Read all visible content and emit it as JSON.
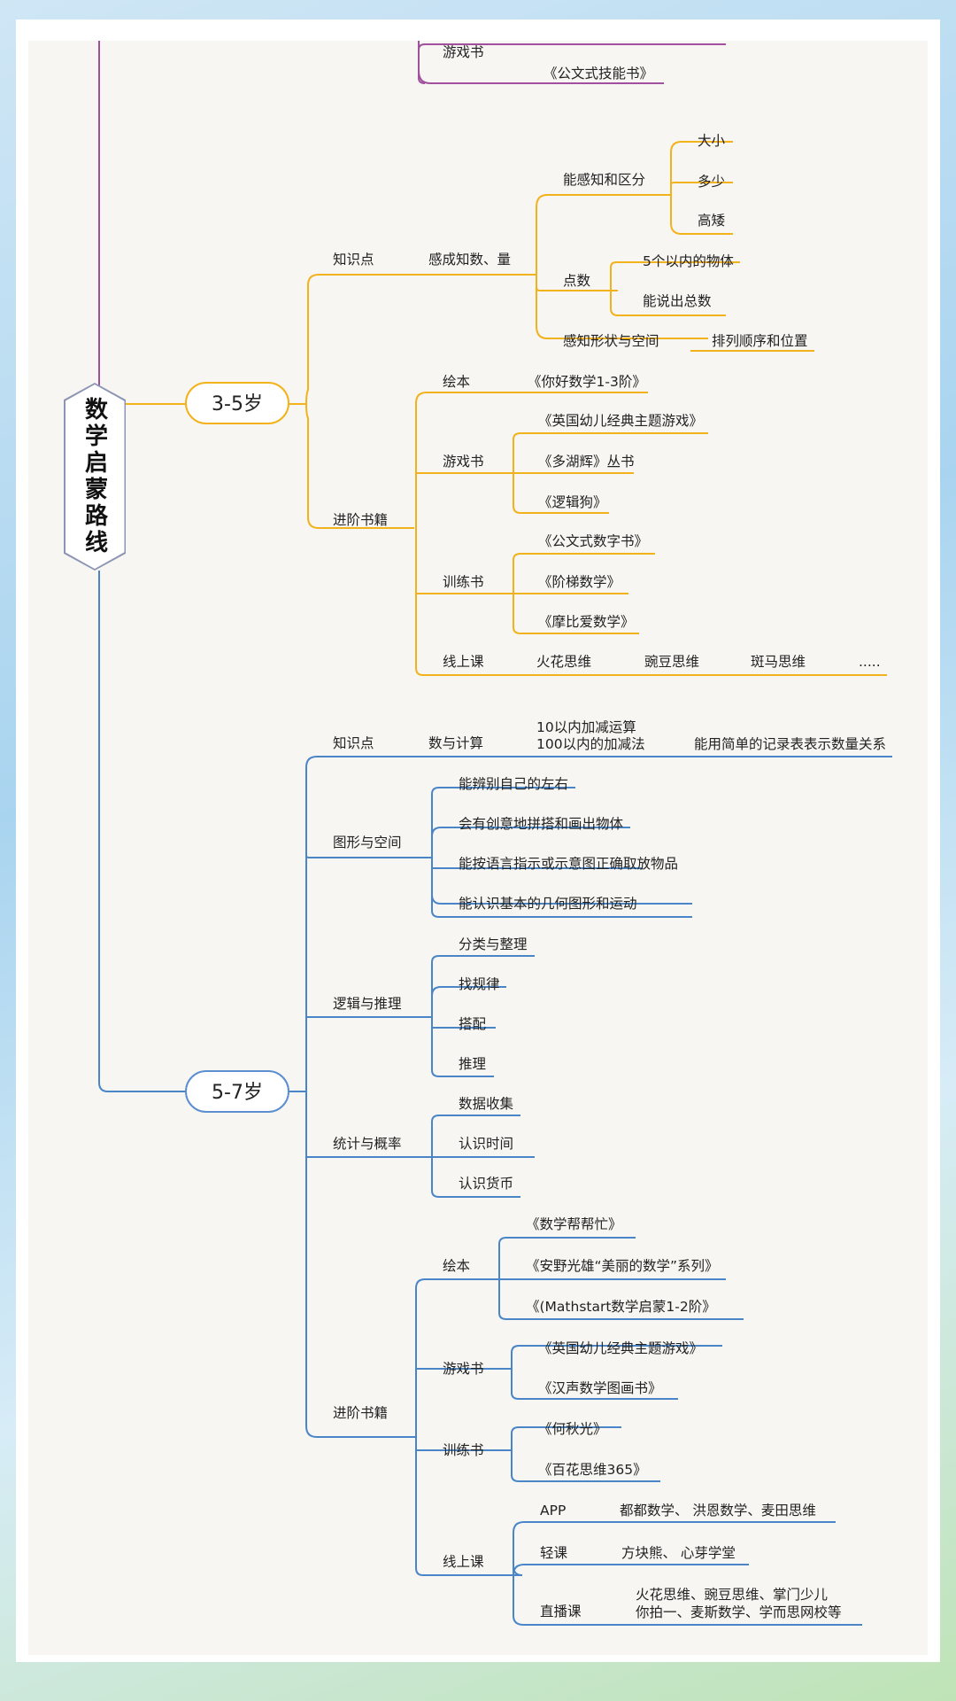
{
  "title": "数学启蒙路线",
  "colors": {
    "purple": "#a0509c",
    "orange": "#f2b21c",
    "blue": "#4a86c7",
    "stage_border_orange": "#f2b21c",
    "stage_border_blue": "#5b8fd0"
  },
  "top_section": {
    "category": "游戏书",
    "items": [
      "《公文式技能书》"
    ]
  },
  "stage_3_5": {
    "label": "3-5岁",
    "knowledge": {
      "label": "知识点",
      "topic": "感成知数、量",
      "perceive": {
        "label": "能感知和区分",
        "items": [
          "大小",
          "多少",
          "高矮"
        ]
      },
      "count": {
        "label": "点数",
        "items": [
          "5个以内的物体",
          "能说出总数"
        ]
      },
      "shape": {
        "label": "感知形状与空间",
        "detail": "排列顺序和位置"
      }
    },
    "books": {
      "label": "进阶书籍",
      "picture": {
        "label": "绘本",
        "items": [
          "《你好数学1-3阶》"
        ]
      },
      "game": {
        "label": "游戏书",
        "items": [
          "《英国幼儿经典主题游戏》",
          "《多湖辉》丛书",
          "《逻辑狗》"
        ]
      },
      "training": {
        "label": "训练书",
        "items": [
          "《公文式数字书》",
          "《阶梯数学》",
          "《摩比爱数学》"
        ]
      },
      "online": {
        "label": "线上课",
        "items": [
          "火花思维",
          "豌豆思维",
          "斑马思维",
          "....."
        ]
      }
    }
  },
  "stage_5_7": {
    "label": "5-7岁",
    "knowledge": {
      "label": "知识点",
      "topic": "数与计算",
      "lines": [
        "10以内加减运算",
        "100以内的加减法"
      ],
      "detail": "能用简单的记录表表示数量关系"
    },
    "geometry": {
      "label": "图形与空间",
      "items": [
        "能辨别自己的左右",
        "会有创意地拼搭和画出物体",
        "能按语言指示或示意图正确取放物品",
        "能认识基本的几何图形和运动"
      ]
    },
    "logic": {
      "label": "逻辑与推理",
      "items": [
        "分类与整理",
        "找规律",
        "搭配",
        "推理"
      ]
    },
    "stats": {
      "label": "统计与概率",
      "items": [
        "数据收集",
        "认识时间",
        "认识货币"
      ]
    },
    "books": {
      "label": "进阶书籍",
      "picture": {
        "label": "绘本",
        "items": [
          "《数学帮帮忙》",
          "《安野光雄“美丽的数学”系列》",
          "《(Mathstart数学启蒙1-2阶》"
        ]
      },
      "game": {
        "label": "游戏书",
        "items": [
          "《英国幼儿经典主题游戏》",
          "《汉声数学图画书》"
        ]
      },
      "training": {
        "label": "训练书",
        "items": [
          "《何秋光》",
          "《百花思维365》"
        ]
      },
      "online": {
        "label": "线上课",
        "app": {
          "label": "APP",
          "detail": "都都数学、 洪恩数学、麦田思维"
        },
        "light": {
          "label": "轻课",
          "detail": "方块熊、 心芽学堂"
        },
        "live": {
          "label": "直播课",
          "lines": [
            "火花思维、豌豆思维、掌门少儿",
            "你拍一、麦斯数学、学而思网校等"
          ]
        }
      }
    }
  }
}
